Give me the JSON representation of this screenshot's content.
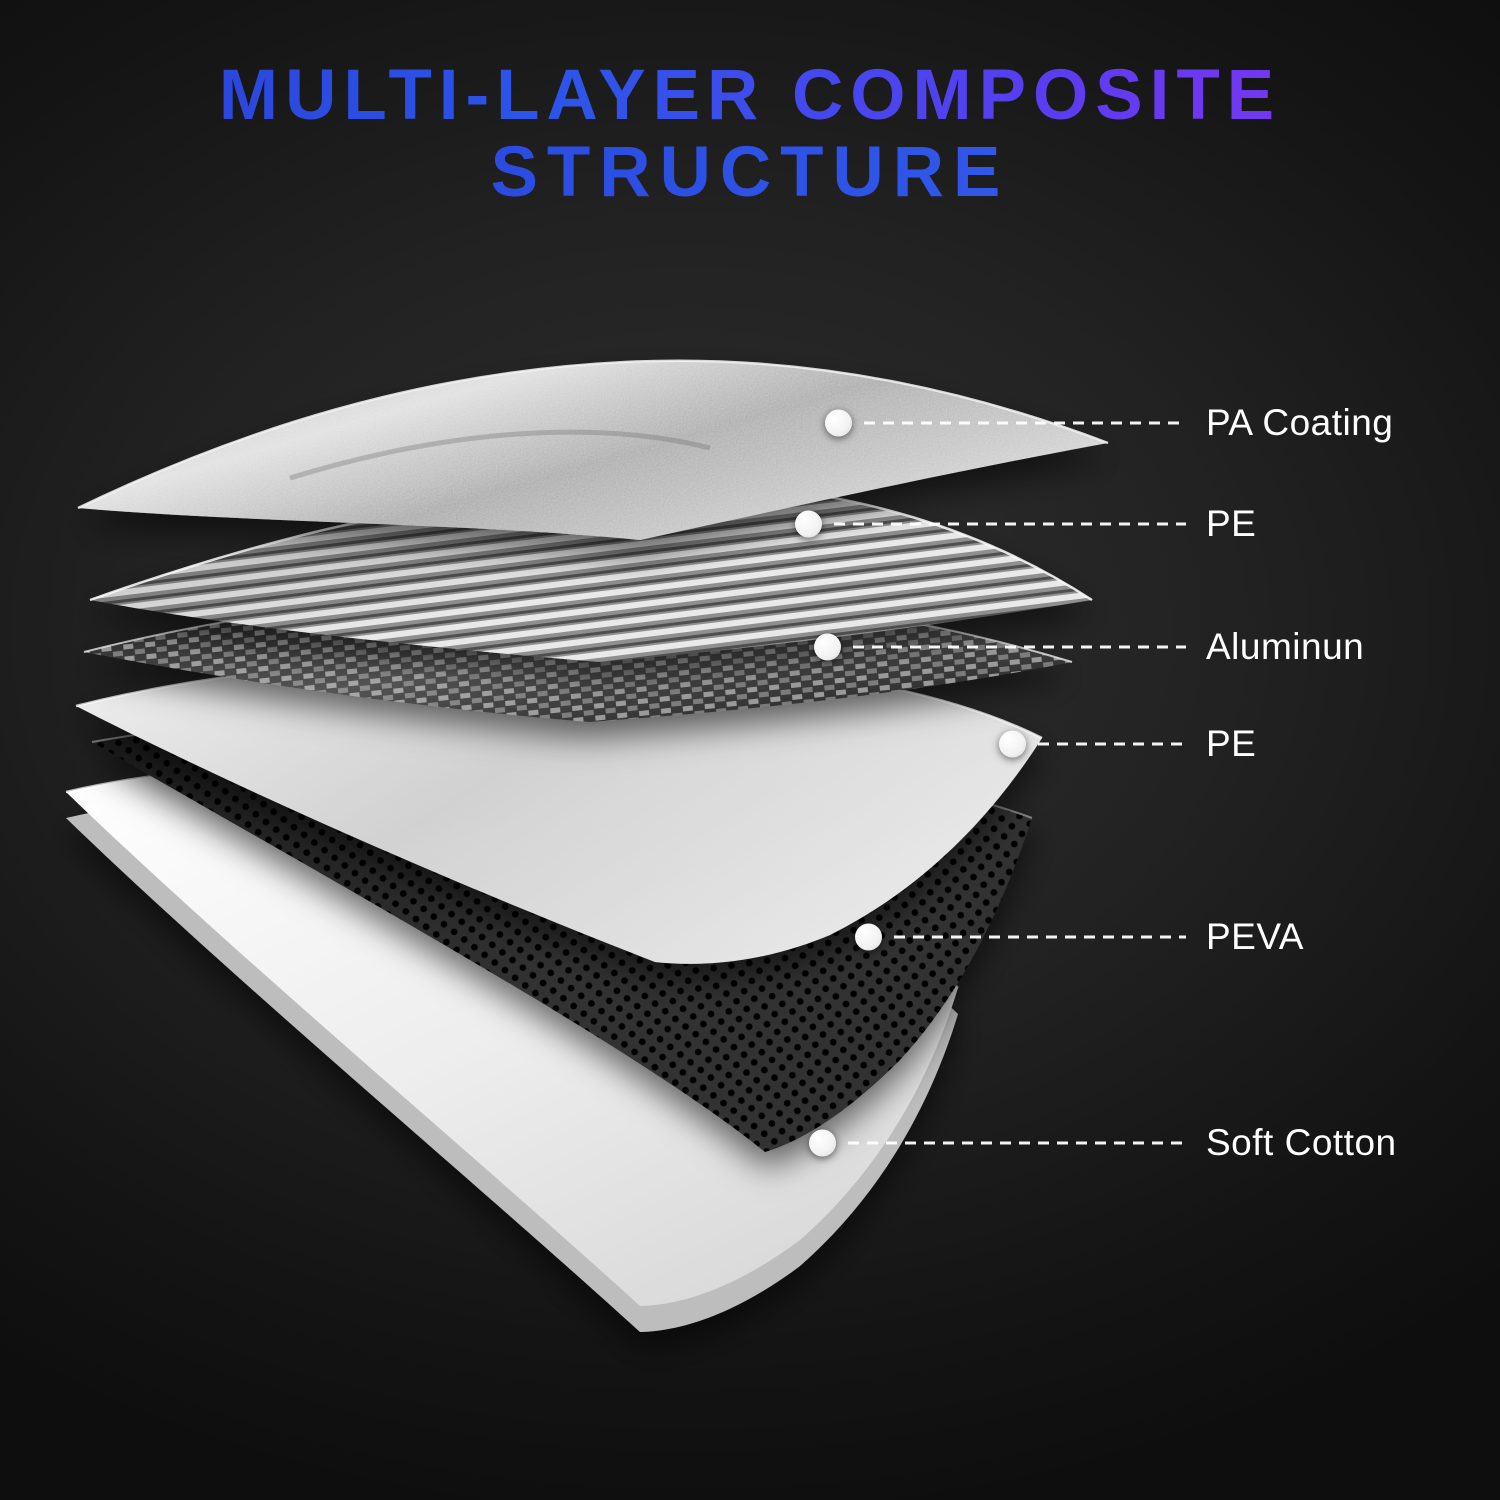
{
  "title": {
    "line1": "MULTI-LAYER COMPOSITE",
    "line2": "STRUCTURE"
  },
  "layers": [
    {
      "label": "PA Coating"
    },
    {
      "label": "PE"
    },
    {
      "label": "Aluminun"
    },
    {
      "label": "PE"
    },
    {
      "label": "PEVA"
    },
    {
      "label": "Soft Cotton"
    }
  ],
  "icons": {
    "callout_dot": "white-circle"
  },
  "colors": {
    "background": "#1c1c1c",
    "title_gradient_start": "#2a3ed6",
    "title_gradient_mid": "#2d55ea",
    "title_gradient_end": "#9031f2",
    "label_text": "#ffffff",
    "callout_dot": "#ffffff",
    "layer_pa_coating": "#c0c0c0",
    "layer_pe_ribbed": "#bfbfbf",
    "layer_aluminum": "#3a3a3a",
    "layer_pe_sheet": "#d9d9d9",
    "layer_peva": "#2e2e2e",
    "layer_soft_cotton": "#f2f2f2"
  }
}
